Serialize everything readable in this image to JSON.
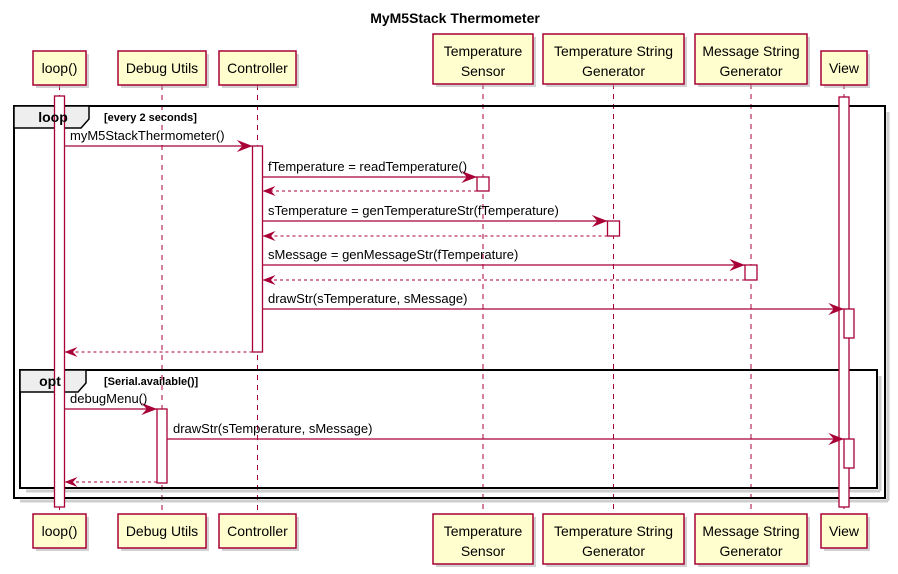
{
  "title": "MyM5Stack Thermometer",
  "colors": {
    "accent": "#A80036",
    "participant_fill": "#FEFECE",
    "frame_label_fill": "#EEEEEE",
    "frame_border": "#000000",
    "text": "#000000",
    "background": "#FFFFFF",
    "shadow": "#A6A6A6"
  },
  "participants": [
    {
      "id": "loop",
      "label": "loop()"
    },
    {
      "id": "debug-utils",
      "label": "Debug Utils"
    },
    {
      "id": "controller",
      "label": "Controller"
    },
    {
      "id": "temperature-sensor",
      "label_lines": [
        "Temperature",
        "Sensor"
      ]
    },
    {
      "id": "temperature-string-generator",
      "label_lines": [
        "Temperature String",
        "Generator"
      ]
    },
    {
      "id": "message-string-generator",
      "label_lines": [
        "Message String",
        "Generator"
      ]
    },
    {
      "id": "view",
      "label": "View"
    }
  ],
  "frames": {
    "loop": {
      "label": "loop",
      "condition": "[every 2 seconds]"
    },
    "opt": {
      "label": "opt",
      "condition": "[Serial.available()]"
    }
  },
  "messages": [
    {
      "label": "myM5StackThermometer()"
    },
    {
      "label": "fTemperature = readTemperature()"
    },
    {
      "label": "sTemperature = genTemperatureStr(fTemperature)"
    },
    {
      "label": "sMessage = genMessageStr(fTemperature)"
    },
    {
      "label": "drawStr(sTemperature, sMessage)"
    },
    {
      "label": "debugMenu()"
    },
    {
      "label": "drawStr(sTemperature, sMessage)"
    }
  ]
}
